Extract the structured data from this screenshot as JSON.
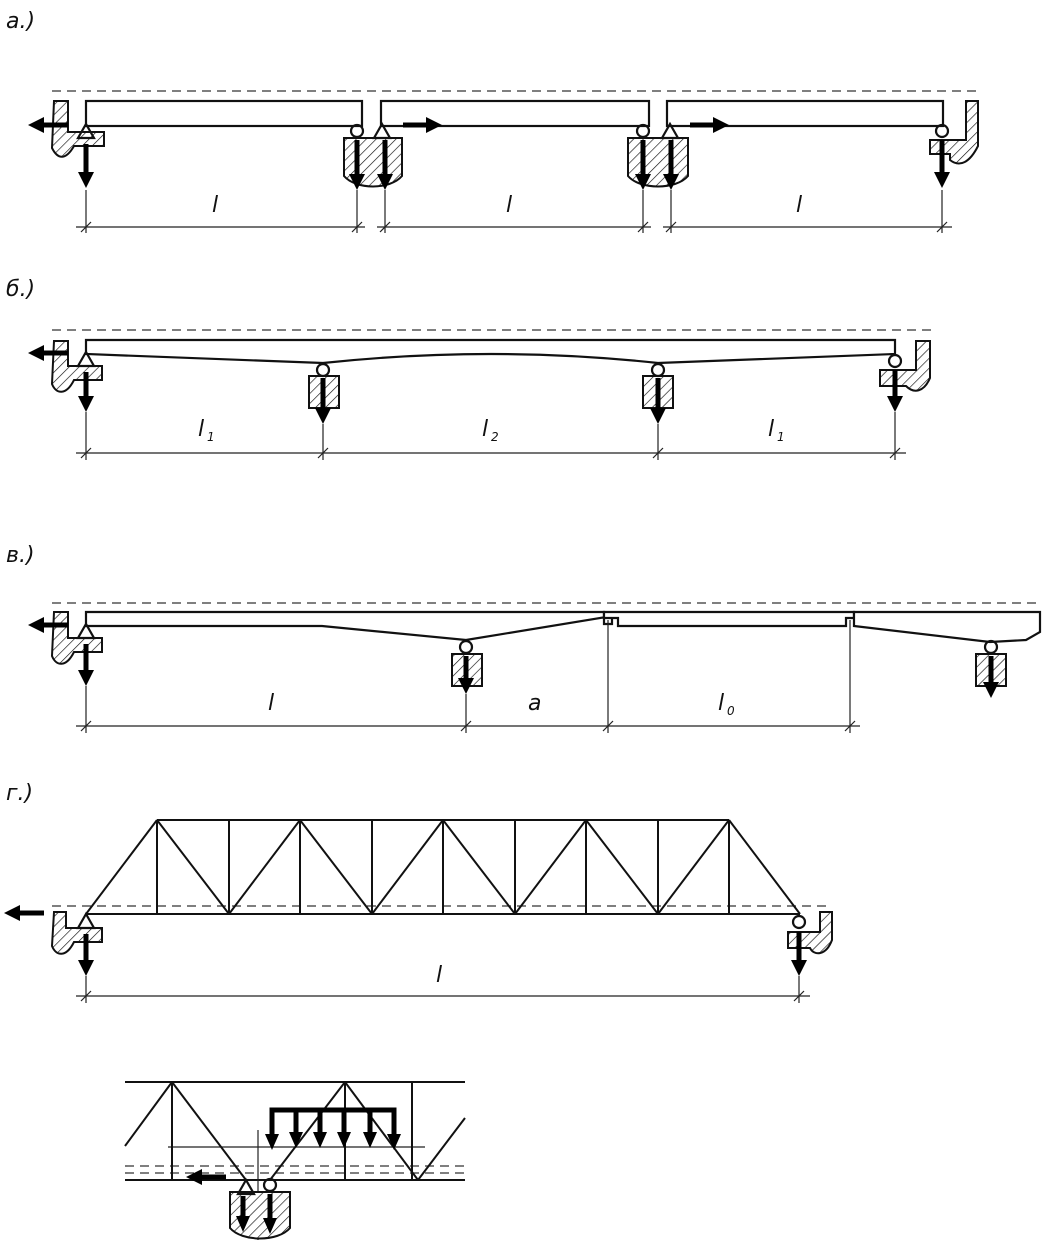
{
  "panels": [
    {
      "id": "a",
      "caption": "а.)",
      "spans": [
        "l",
        "l",
        "l"
      ]
    },
    {
      "id": "b",
      "caption": "б.)",
      "spans": [
        {
          "main": "l",
          "sub": "1"
        },
        {
          "main": "l",
          "sub": "2"
        },
        {
          "main": "l",
          "sub": "1"
        }
      ]
    },
    {
      "id": "v",
      "caption": "в.)",
      "spans": [
        {
          "main": "l",
          "sub": ""
        },
        {
          "main": "a",
          "sub": ""
        },
        {
          "main": "l",
          "sub": "0"
        }
      ]
    },
    {
      "id": "g",
      "caption": "г.)",
      "spans": [
        "l"
      ]
    }
  ]
}
